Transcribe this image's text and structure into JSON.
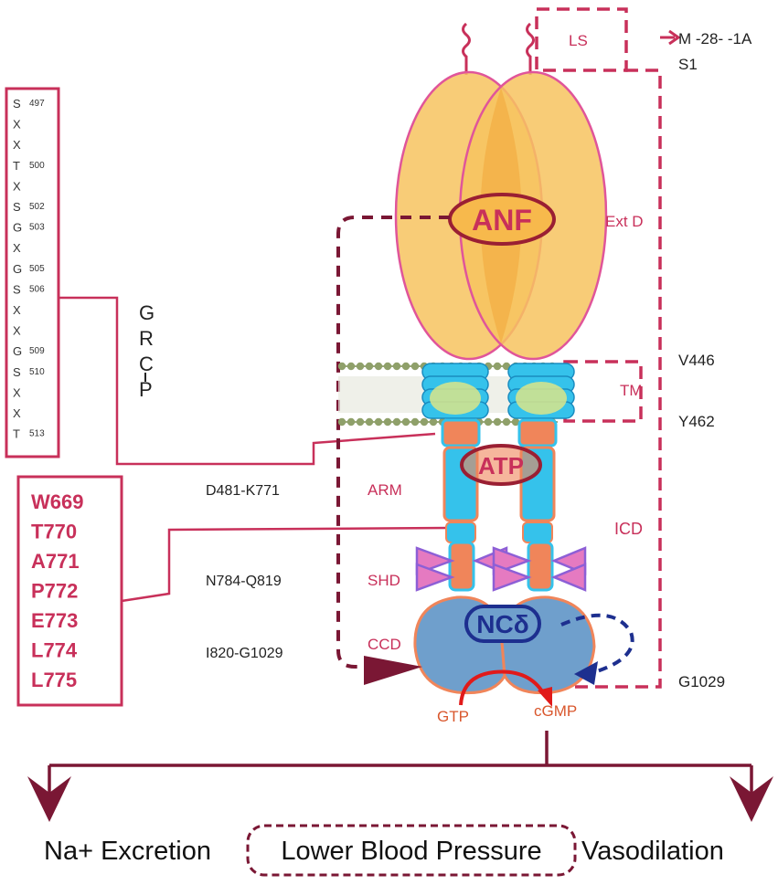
{
  "molecule": {
    "ligand": "ANF",
    "atp": "ATP",
    "catalytic_label": "NCδ",
    "substrate": "GTP",
    "product": "cGMP"
  },
  "domains": {
    "ls": "LS",
    "extd": "Ext D",
    "tm": "TM",
    "icd": "ICD",
    "arm": "ARM",
    "shd": "SHD",
    "ccd": "CCD"
  },
  "residues": {
    "m28": "M -28- -1A",
    "s1": "S1",
    "v446": "V446",
    "y462": "Y462",
    "d481": "D481-K771",
    "n784": "N784-Q819",
    "i820": "I820-G1029",
    "g1029": "G1029"
  },
  "motif_box": {
    "rows": [
      {
        "aa": "S",
        "num": "497"
      },
      {
        "aa": "X",
        "num": ""
      },
      {
        "aa": "X",
        "num": ""
      },
      {
        "aa": "T",
        "num": "500"
      },
      {
        "aa": "X",
        "num": ""
      },
      {
        "aa": "S",
        "num": "502"
      },
      {
        "aa": "G",
        "num": "503"
      },
      {
        "aa": "X",
        "num": ""
      },
      {
        "aa": "G",
        "num": "505"
      },
      {
        "aa": "S",
        "num": "506"
      },
      {
        "aa": "X",
        "num": ""
      },
      {
        "aa": "X",
        "num": ""
      },
      {
        "aa": "G",
        "num": "509"
      },
      {
        "aa": "S",
        "num": "510"
      },
      {
        "aa": "X",
        "num": ""
      },
      {
        "aa": "X",
        "num": ""
      },
      {
        "aa": "T",
        "num": "513"
      }
    ]
  },
  "grcp": [
    "G",
    "R",
    "C",
    "P"
  ],
  "hinge_box": [
    "W669",
    "T770",
    "A771",
    "P772",
    "E773",
    "L774",
    "L775"
  ],
  "outcomes": {
    "left": "Na+ Excretion",
    "center": "Lower Blood Pressure",
    "right": "Vasodilation"
  },
  "colors": {
    "crimson": "#c8305a",
    "maroon": "#7a1734",
    "orange_fill": "#f7c35f",
    "orange_stroke": "#e0559a",
    "cyan": "#35c2eb",
    "salmon": "#f0855a",
    "steel_blue": "#6f9fcc",
    "navy": "#1d2f8f",
    "violet": "#8d5fd6"
  }
}
